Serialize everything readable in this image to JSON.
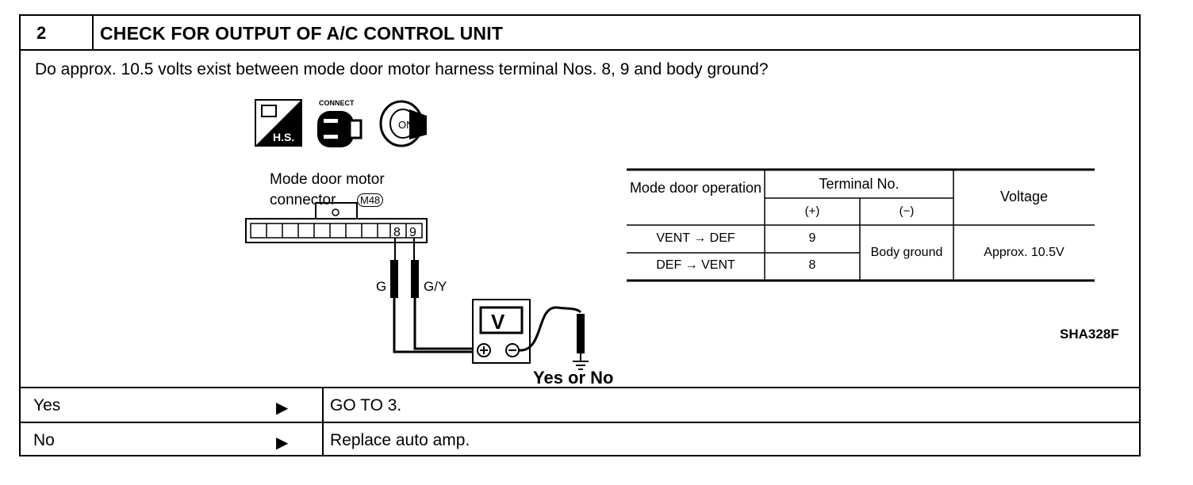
{
  "step": {
    "number": "2",
    "title": "CHECK FOR OUTPUT OF A/C CONTROL UNIT"
  },
  "question": "Do approx. 10.5 volts exist between mode door motor harness terminal Nos. 8, 9 and body ground?",
  "figure": {
    "icons": [
      "hs-harness-icon",
      "connect-icon",
      "ignition-on-icon"
    ],
    "icon_labels": {
      "hs": "H.S.",
      "connect": "CONNECT",
      "on": "ON"
    },
    "connector_label_line1": "Mode door motor",
    "connector_label_line2": "connector",
    "connector_id": "M48",
    "terminal_8": "8",
    "terminal_9": "9",
    "wire_left": "G",
    "wire_right": "G/Y",
    "meter": "V",
    "prompt": "Yes or No",
    "code": "SHA328F"
  },
  "table": {
    "headers": {
      "operation": "Mode door operation",
      "terminal": "Terminal No.",
      "plus": "(+)",
      "minus": "(−)",
      "voltage": "Voltage"
    },
    "rows": [
      {
        "operation": "VENT → DEF",
        "plus": "9"
      },
      {
        "operation": "DEF → VENT",
        "plus": "8"
      }
    ],
    "minus_value": "Body ground",
    "voltage_value": "Approx. 10.5V"
  },
  "answers": [
    {
      "key": "Yes",
      "arrow": "▶",
      "action": "GO TO 3."
    },
    {
      "key": "No",
      "arrow": "▶",
      "action": "Replace auto amp."
    }
  ]
}
